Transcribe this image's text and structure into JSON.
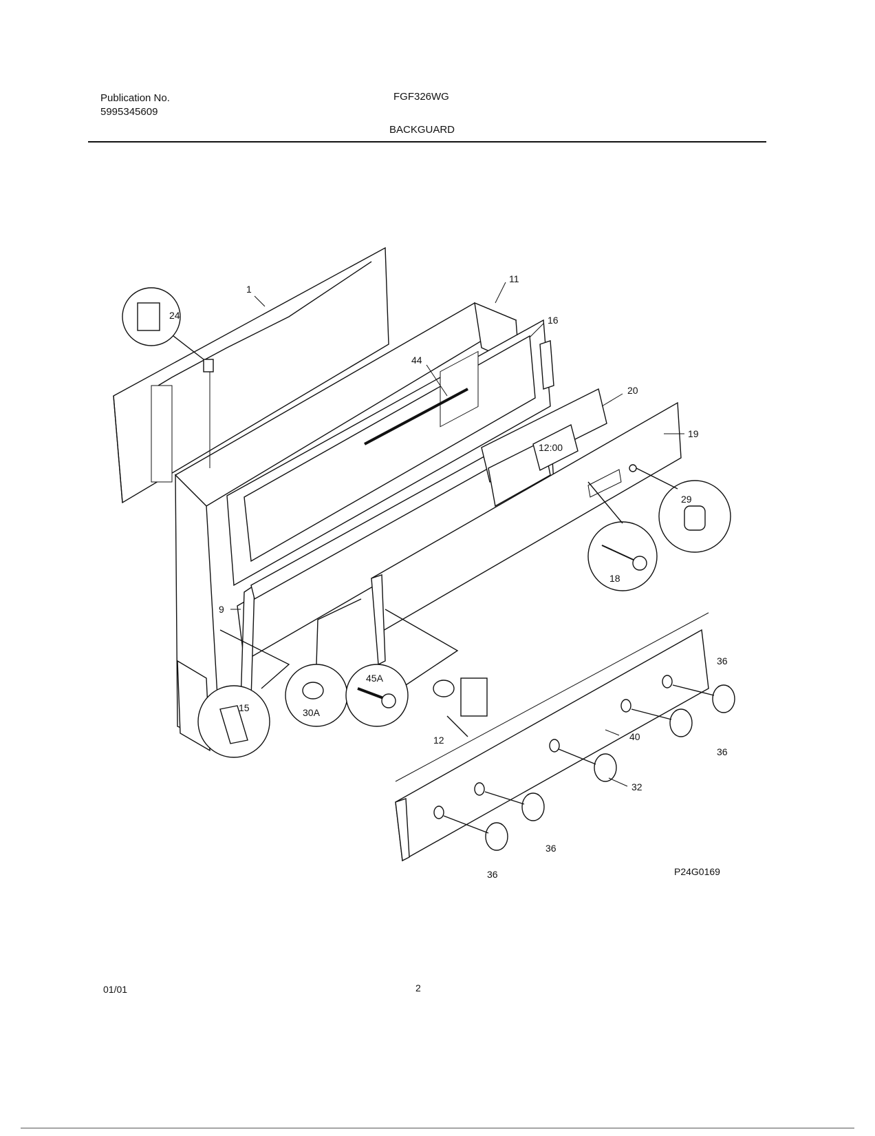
{
  "header": {
    "publication_label": "Publication No.",
    "publication_number": "5995345609",
    "model": "FGF326WG",
    "section": "BACKGUARD"
  },
  "diagram": {
    "drawing_number": "P24G0169",
    "display_readout": "12:00",
    "callouts": [
      "1",
      "24",
      "11",
      "16",
      "44",
      "20",
      "19",
      "29",
      "18",
      "9",
      "15",
      "30A",
      "45A",
      "12",
      "40",
      "36",
      "32"
    ]
  },
  "footer": {
    "date": "01/01",
    "page": "2"
  }
}
